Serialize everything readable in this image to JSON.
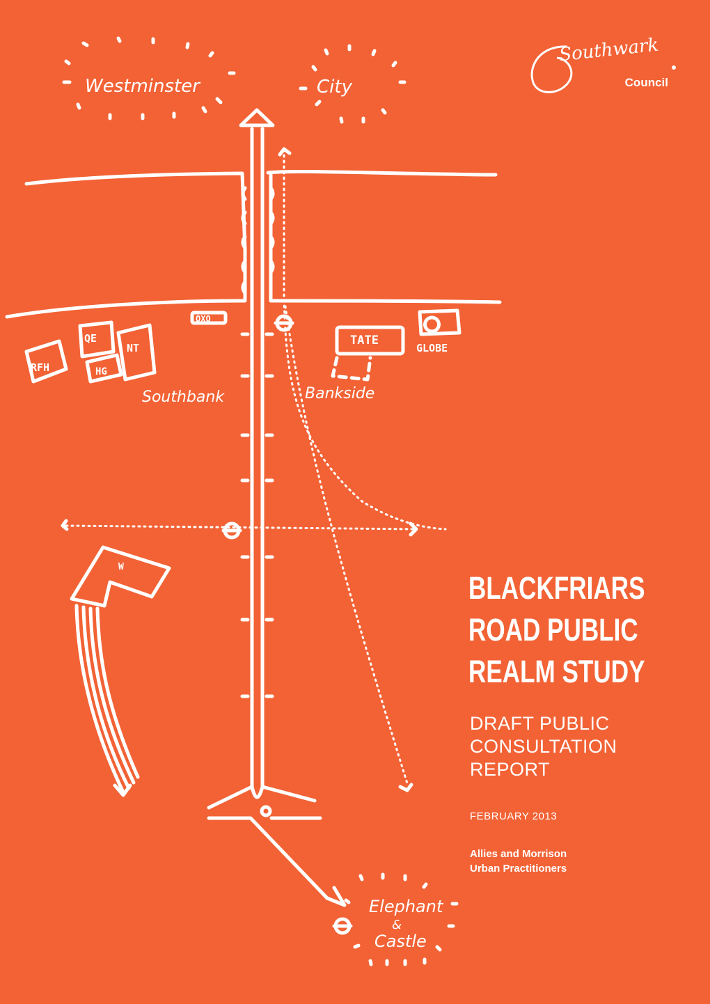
{
  "logo": {
    "brand_script": "Southwark",
    "brand_word": "Council"
  },
  "map": {
    "top_areas": [
      "Westminster",
      "City"
    ],
    "landmarks": [
      "OXO",
      "QE",
      "NT",
      "RFH",
      "HG",
      "TATE",
      "GLOBE",
      "W"
    ],
    "districts": [
      "Southbank",
      "Bankside"
    ],
    "destination_line1": "Elephant",
    "destination_line2": "&",
    "destination_line3": "Castle"
  },
  "title": {
    "line1": "BLACKFRIARS",
    "line2": "ROAD PUBLIC",
    "line3": "REALM STUDY"
  },
  "subtitle": {
    "line1": "DRAFT PUBLIC",
    "line2": "CONSULTATION",
    "line3": "REPORT"
  },
  "date": "FEBRUARY 2013",
  "authors": {
    "line1": "Allies and Morrison",
    "line2": "Urban Practitioners"
  },
  "colors": {
    "background": "#f26235",
    "ink": "#ffffff"
  }
}
